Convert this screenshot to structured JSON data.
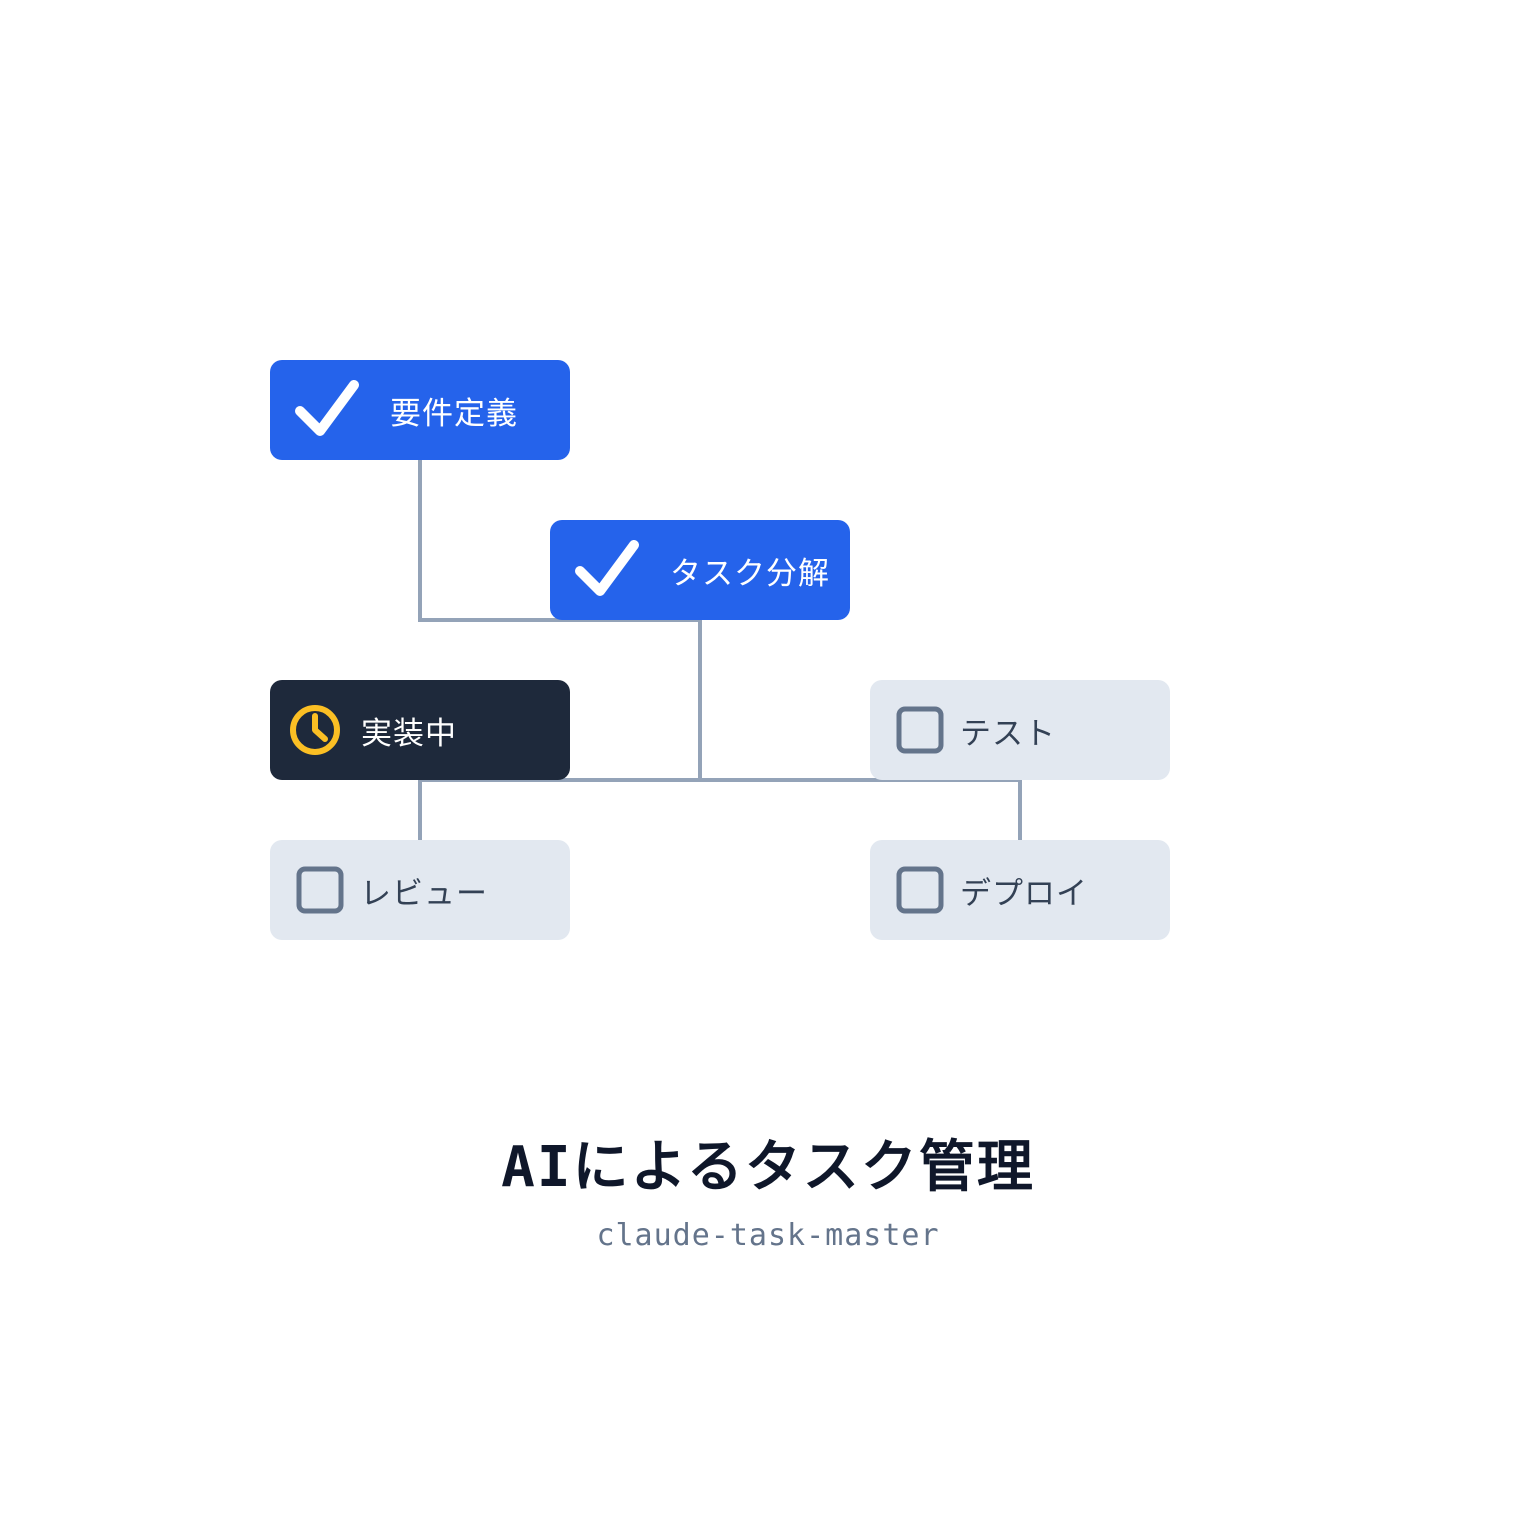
{
  "diagram": {
    "tasks": {
      "requirements": {
        "label": "要件定義",
        "status": "done",
        "icon": "check-icon"
      },
      "decomposition": {
        "label": "タスク分解",
        "status": "done",
        "icon": "check-icon"
      },
      "implementation": {
        "label": "実装中",
        "status": "in-progress",
        "icon": "clock-icon"
      },
      "test": {
        "label": "テスト",
        "status": "todo",
        "icon": "checkbox-icon"
      },
      "review": {
        "label": "レビュー",
        "status": "todo",
        "icon": "checkbox-icon"
      },
      "deploy": {
        "label": "デプロイ",
        "status": "todo",
        "icon": "checkbox-icon"
      }
    }
  },
  "title": "AIによるタスク管理",
  "subtitle": "claude-task-master",
  "colors": {
    "done": "#2563eb",
    "in_progress": "#1e293b",
    "todo": "#e2e8f0",
    "connector": "#94a3b8",
    "clock": "#fbbf24",
    "checkbox_outline": "#64748b"
  }
}
